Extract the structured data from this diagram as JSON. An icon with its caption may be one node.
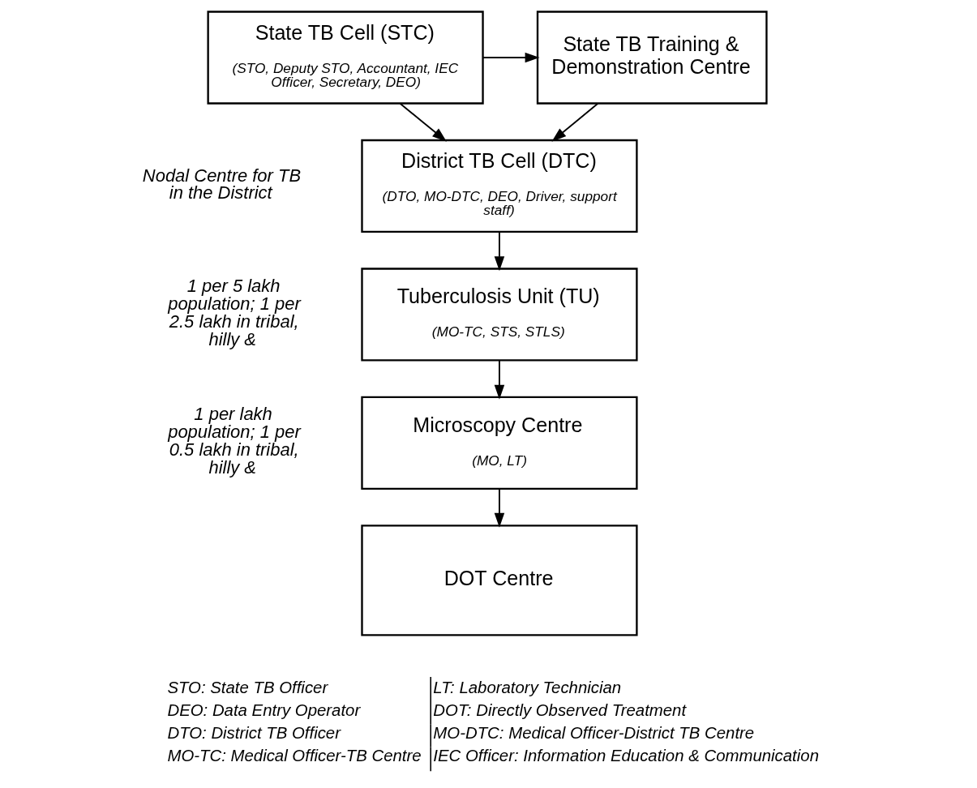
{
  "diagram": {
    "nodes": [
      {
        "text": [
          "State TB Cell (STC)",
          "(STO, Deputy STO, Accountant, IEC Officer, Secretary, DEO)"
        ]
      },
      {
        "text": [
          "State TB Training & Demonstration Centre"
        ]
      },
      {
        "text": [
          "District TB Cell (DTC)",
          "(DTO, MO-DTC, DEO, Driver, support staff)"
        ],
        "beside": [
          "Nodal Centre for TB in the District"
        ]
      },
      {
        "text": [
          "Tuberculosis Unit (TU)",
          "(MO-TC, STS, STLS)"
        ],
        "beside": [
          "1 per 5 lakh population; 1 per 2.5 lakh in tribal, hilly &"
        ]
      },
      {
        "text": [
          "Microscopy Centre",
          "(MO, LT)"
        ],
        "beside": [
          "1 per lakh population; 1 per 0.5 lakh in tribal, hilly &"
        ]
      },
      {
        "text": [
          "DOT Centre"
        ]
      }
    ],
    "edges": [
      {
        "from": 0,
        "to": 1,
        "arrow": "to"
      },
      {
        "from": 0,
        "to": 2,
        "arrow": "to"
      },
      {
        "from": 1,
        "to": 2,
        "arrow": "to"
      },
      {
        "from": 2,
        "to": 3,
        "arrow": "to"
      },
      {
        "from": 3,
        "to": 4,
        "arrow": "to"
      },
      {
        "from": 4,
        "to": 5,
        "arrow": "to"
      }
    ],
    "labels": [
      "STO: State TB Officer",
      "LT: Laboratory Technician",
      "DEO: Data Entry Operator",
      "DOT: Directly Observed Treatment",
      "DTO: District TB Officer",
      "MO-DTC: Medical Officer-District TB Centre",
      "MO-TC: Medical Officer-TB Centre",
      "IEC Officer: Information Education & Communication"
    ]
  }
}
